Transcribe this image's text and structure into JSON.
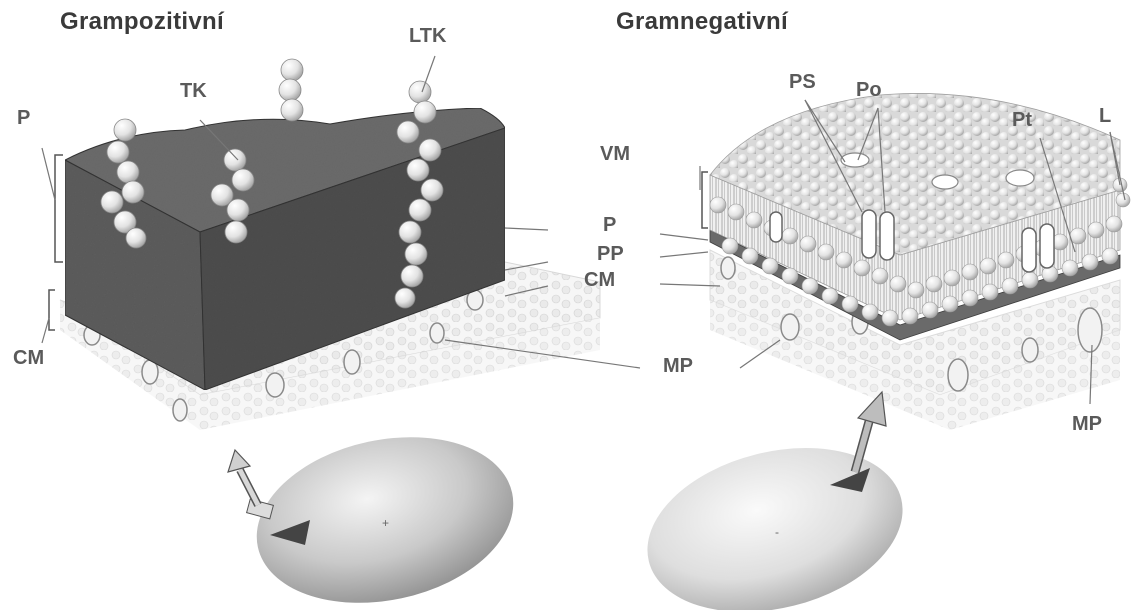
{
  "titles": {
    "gram_positive": "Grampozitivní",
    "gram_negative": "Gramnegativní"
  },
  "labels": {
    "p_left": "P",
    "tk": "TK",
    "ltk": "LTK",
    "cm_left": "CM",
    "p_center": "P",
    "pp_center": "PP",
    "cm_center": "CM",
    "mp_center": "MP",
    "vm": "VM",
    "ps": "PS",
    "po": "Po",
    "pt": "Pt",
    "l": "L",
    "mp_right": "MP"
  },
  "colors": {
    "label_text": "#5a5a5a",
    "title_text": "#3a3a3a",
    "peptidoglycan_top": "#6a6a6a",
    "peptidoglycan_front": "#595959",
    "peptidoglycan_side": "#4a4a4a",
    "membrane_bead": "#ececec",
    "leader_line": "#777777"
  }
}
